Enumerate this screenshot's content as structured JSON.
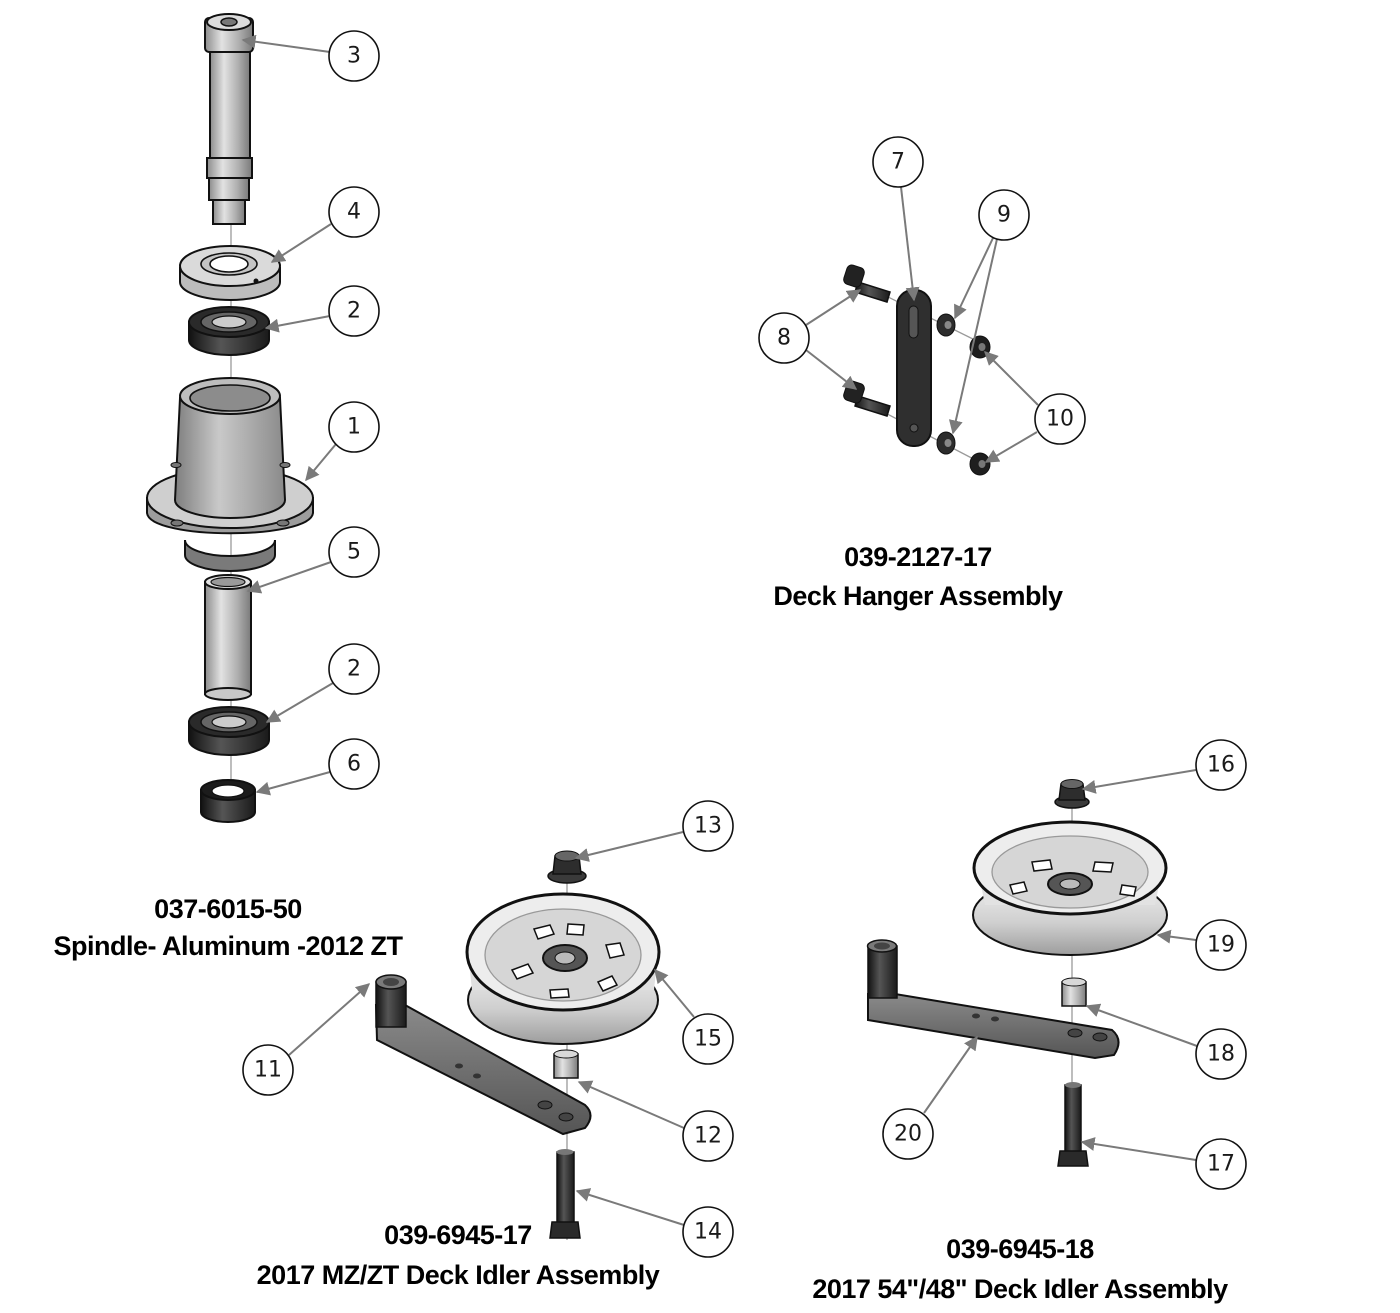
{
  "diagram": {
    "type": "exploded-parts-diagram",
    "colors": {
      "leader": "#7a7a7a",
      "part_light": "#d9d9d9",
      "part_mid": "#a8a8a8",
      "part_dark": "#2a2a2a",
      "outline": "#111111"
    },
    "assemblies": [
      {
        "id": "spindle",
        "part_number": "037-6015-50",
        "name": "Spindle- Aluminum -2012 ZT",
        "callouts": [
          {
            "label": "3",
            "part": "spindle-shaft"
          },
          {
            "label": "4",
            "part": "spacer-washer"
          },
          {
            "label": "2",
            "part": "upper-bearing"
          },
          {
            "label": "1",
            "part": "spindle-housing"
          },
          {
            "label": "5",
            "part": "bearing-spacer-tube"
          },
          {
            "label": "2",
            "part": "lower-bearing"
          },
          {
            "label": "6",
            "part": "seal-collar"
          }
        ]
      },
      {
        "id": "deck-hanger",
        "part_number": "039-2127-17",
        "name": "Deck Hanger Assembly",
        "callouts": [
          {
            "label": "7",
            "part": "hanger-link"
          },
          {
            "label": "8",
            "part": "shoulder-bolt"
          },
          {
            "label": "9",
            "part": "bushing"
          },
          {
            "label": "10",
            "part": "flange-lock-nut"
          }
        ]
      },
      {
        "id": "idler-mz-zt",
        "part_number": "039-6945-17",
        "name": "2017 MZ/ZT Deck Idler Assembly",
        "callouts": [
          {
            "label": "13",
            "part": "flange-nut"
          },
          {
            "label": "15",
            "part": "idler-pulley"
          },
          {
            "label": "11",
            "part": "idler-arm"
          },
          {
            "label": "12",
            "part": "spacer"
          },
          {
            "label": "14",
            "part": "bolt"
          }
        ]
      },
      {
        "id": "idler-54-48",
        "part_number": "039-6945-18",
        "name": "2017 54\"/48\" Deck Idler Assembly",
        "callouts": [
          {
            "label": "16",
            "part": "flange-nut"
          },
          {
            "label": "19",
            "part": "idler-pulley"
          },
          {
            "label": "18",
            "part": "spacer"
          },
          {
            "label": "20",
            "part": "idler-arm"
          },
          {
            "label": "17",
            "part": "bolt"
          }
        ]
      }
    ]
  }
}
